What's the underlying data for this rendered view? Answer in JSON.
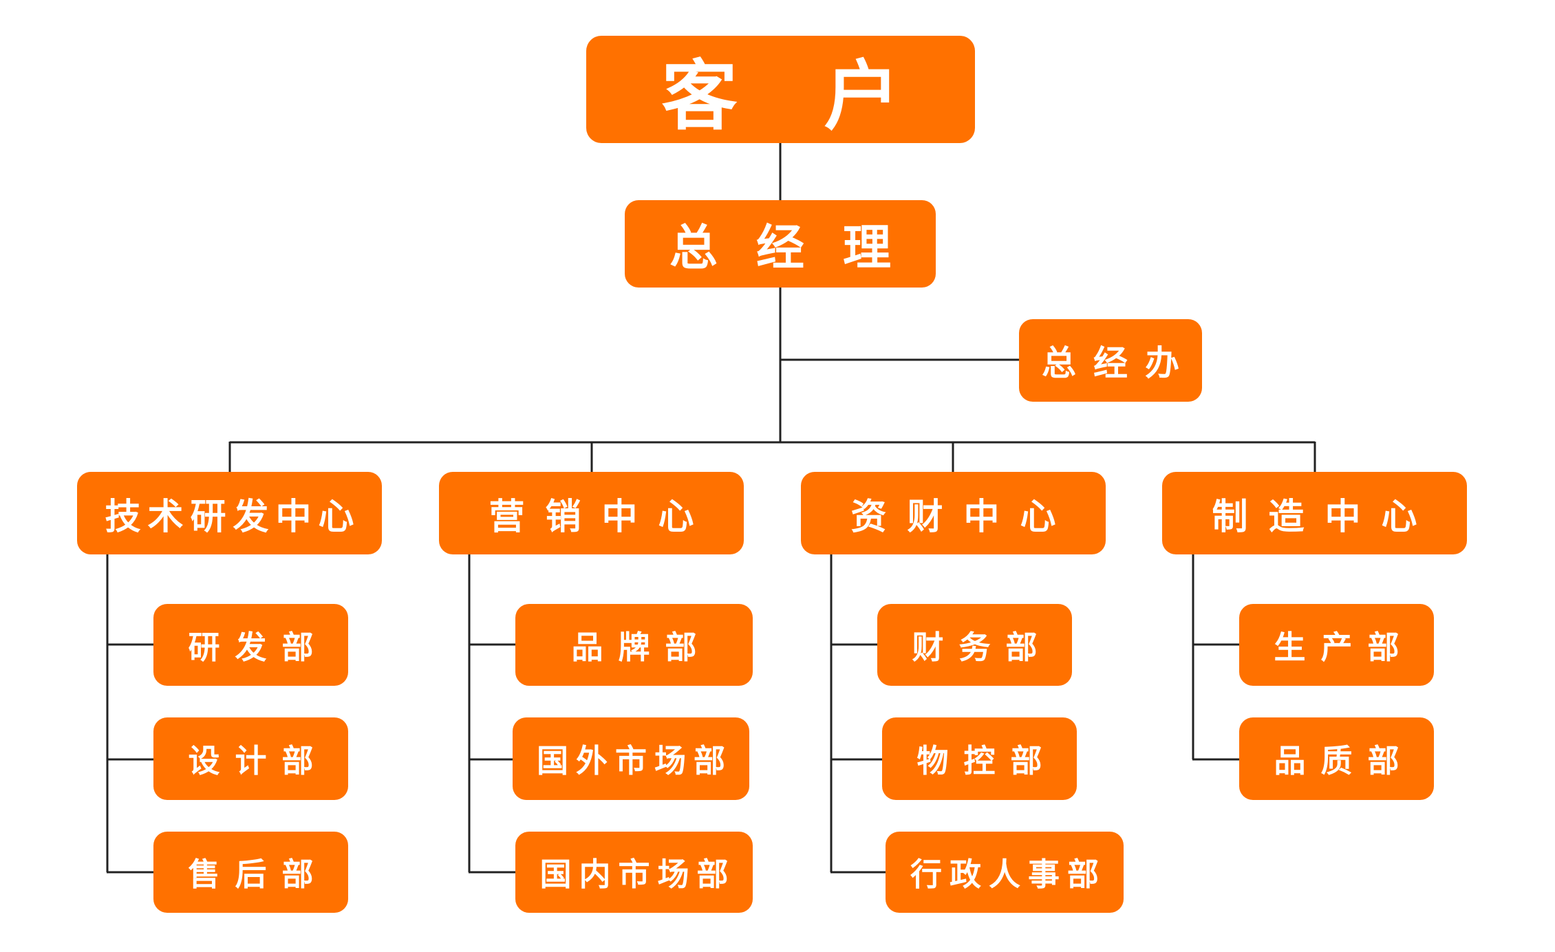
{
  "chart": {
    "root": "客户",
    "gm": "总经理",
    "gm_office": "总经办",
    "centers": [
      {
        "name": "技术研发中心",
        "departments": [
          "研发部",
          "设计部",
          "售后部"
        ]
      },
      {
        "name": "营销中心",
        "departments": [
          "品牌部",
          "国外市场部",
          "国内市场部"
        ]
      },
      {
        "name": "资财中心",
        "departments": [
          "财务部",
          "物控部",
          "行政人事部"
        ]
      },
      {
        "name": "制造中心",
        "departments": [
          "生产部",
          "品质部"
        ]
      }
    ]
  },
  "colors": {
    "box": "#FF7100",
    "text": "#FFFFFF",
    "line": "#222222"
  }
}
